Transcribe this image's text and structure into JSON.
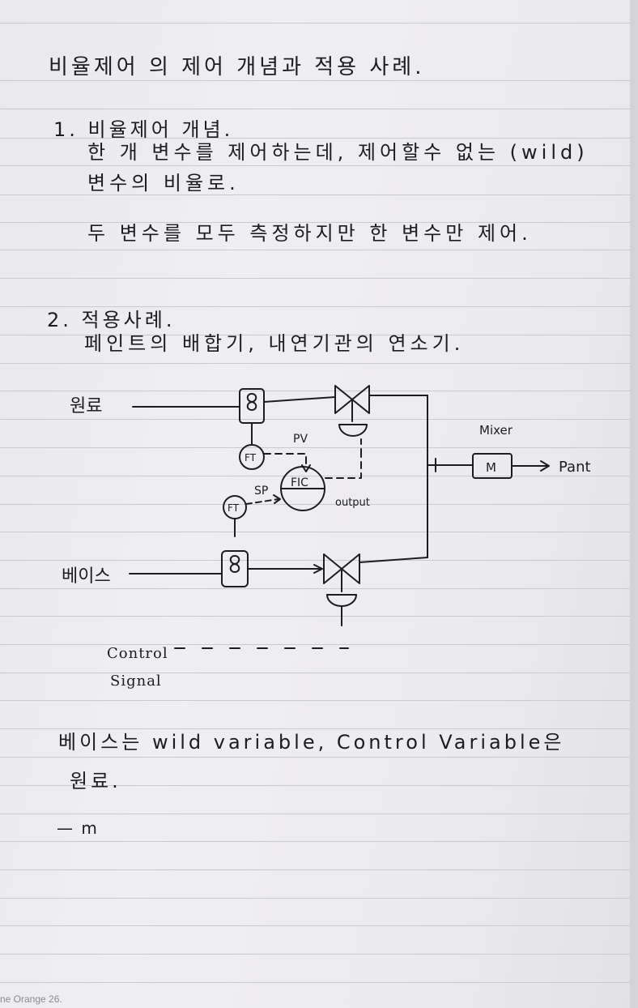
{
  "note": {
    "title": "비율제어 의 제어 개념과 적용 사례.",
    "section1": {
      "heading": "1. 비율제어 개념.",
      "line1": "한 개 변수를 제어하는데, 제어할수 없는 (wild)",
      "line2": "변수의 비율로.",
      "line3": "두 변수를 모두 측정하지만 한 변수만 제어."
    },
    "section2": {
      "heading": "2. 적용사례.",
      "line1": "페인트의 배합기, 내연기관의 연소기."
    },
    "diagram": {
      "input_top": "원료",
      "input_bottom": "베이스",
      "ft_top": "FT",
      "ft_left": "FT",
      "pv": "PV",
      "sp": "SP",
      "controller": "FIC",
      "output": "output",
      "mixer": "Mixer",
      "mixer_box": "M",
      "product": "Pant"
    },
    "legend_control": "Control",
    "legend_signal": "Signal",
    "conclusion1": "베이스는 wild variable, Control Variable은",
    "conclusion2": "원료.",
    "end_mark": "— m"
  },
  "watermark": "ne Orange 26."
}
